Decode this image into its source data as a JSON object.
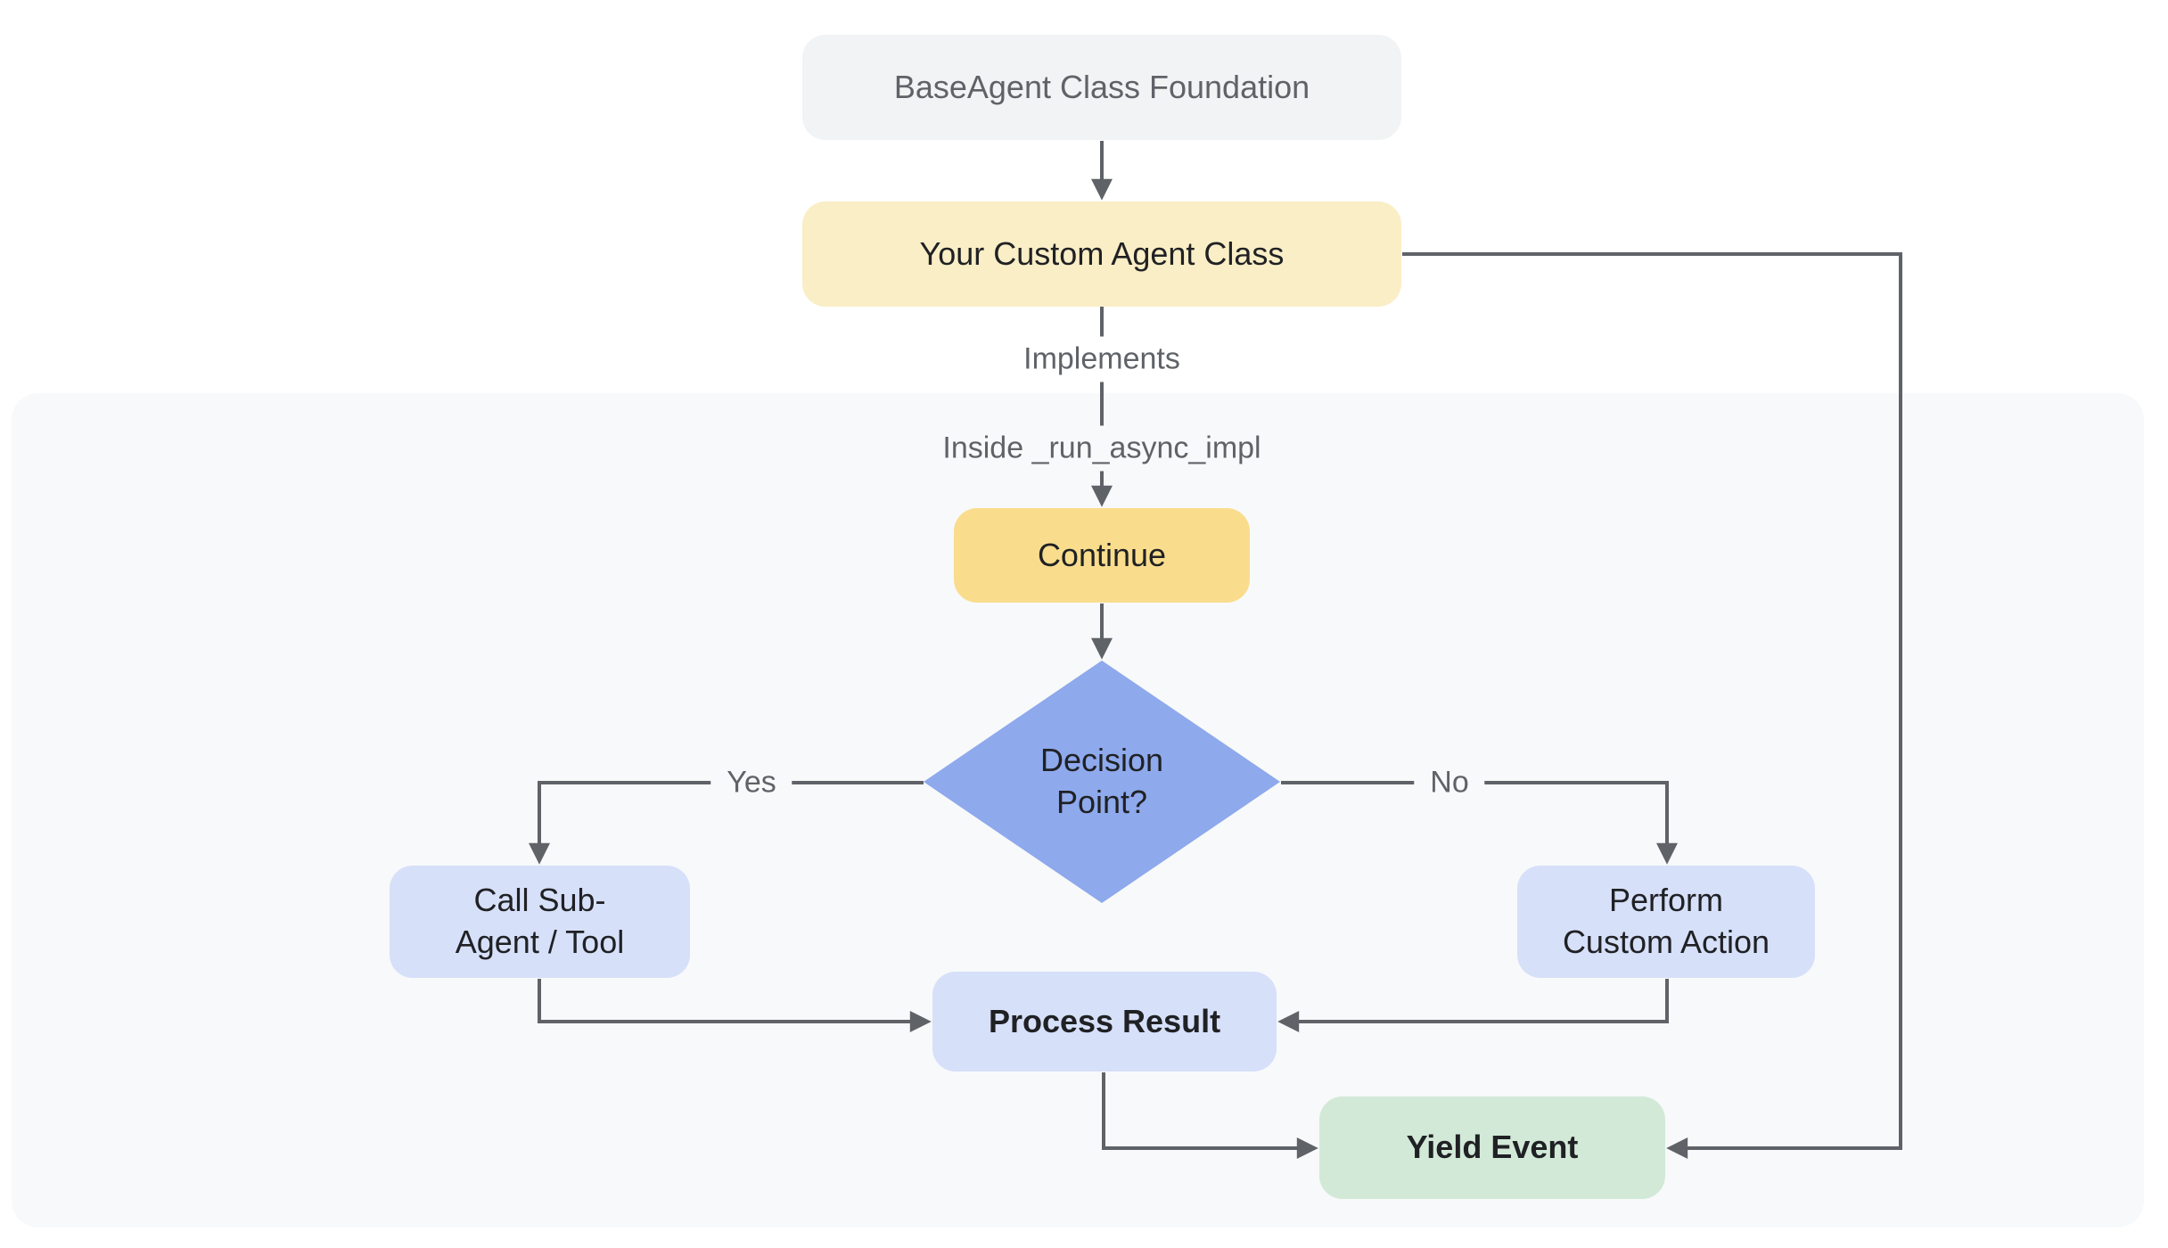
{
  "diagram": {
    "nodes": {
      "base_agent": {
        "label": "BaseAgent Class Foundation"
      },
      "custom_agent": {
        "label": "Your Custom Agent Class"
      },
      "continue_step": {
        "label": "Continue"
      },
      "decision": {
        "label": "Decision\nPoint?"
      },
      "call_sub_agent": {
        "label": "Call Sub-\nAgent / Tool"
      },
      "perform_custom_action": {
        "label": "Perform\nCustom Action"
      },
      "process_result": {
        "label": "Process Result"
      },
      "yield_event": {
        "label": "Yield Event"
      }
    },
    "edge_labels": {
      "implements": "Implements",
      "inside_impl": "Inside _run_async_impl",
      "yes": "Yes",
      "no": "No"
    },
    "colors": {
      "canvas_bg": "#ffffff",
      "container_bg": "#f8f9fa",
      "neutral_node_bg": "#f1f3f4",
      "light_yellow_node_bg": "#faeec6",
      "yellow_node_bg": "#f9dd8d",
      "decision_node_bg": "#8ea9ec",
      "blue_node_bg": "#d6e0f9",
      "green_node_bg": "#d2e9d8",
      "connector": "#5f6368",
      "node_text": "#202124",
      "muted_text": "#5f6368"
    }
  }
}
